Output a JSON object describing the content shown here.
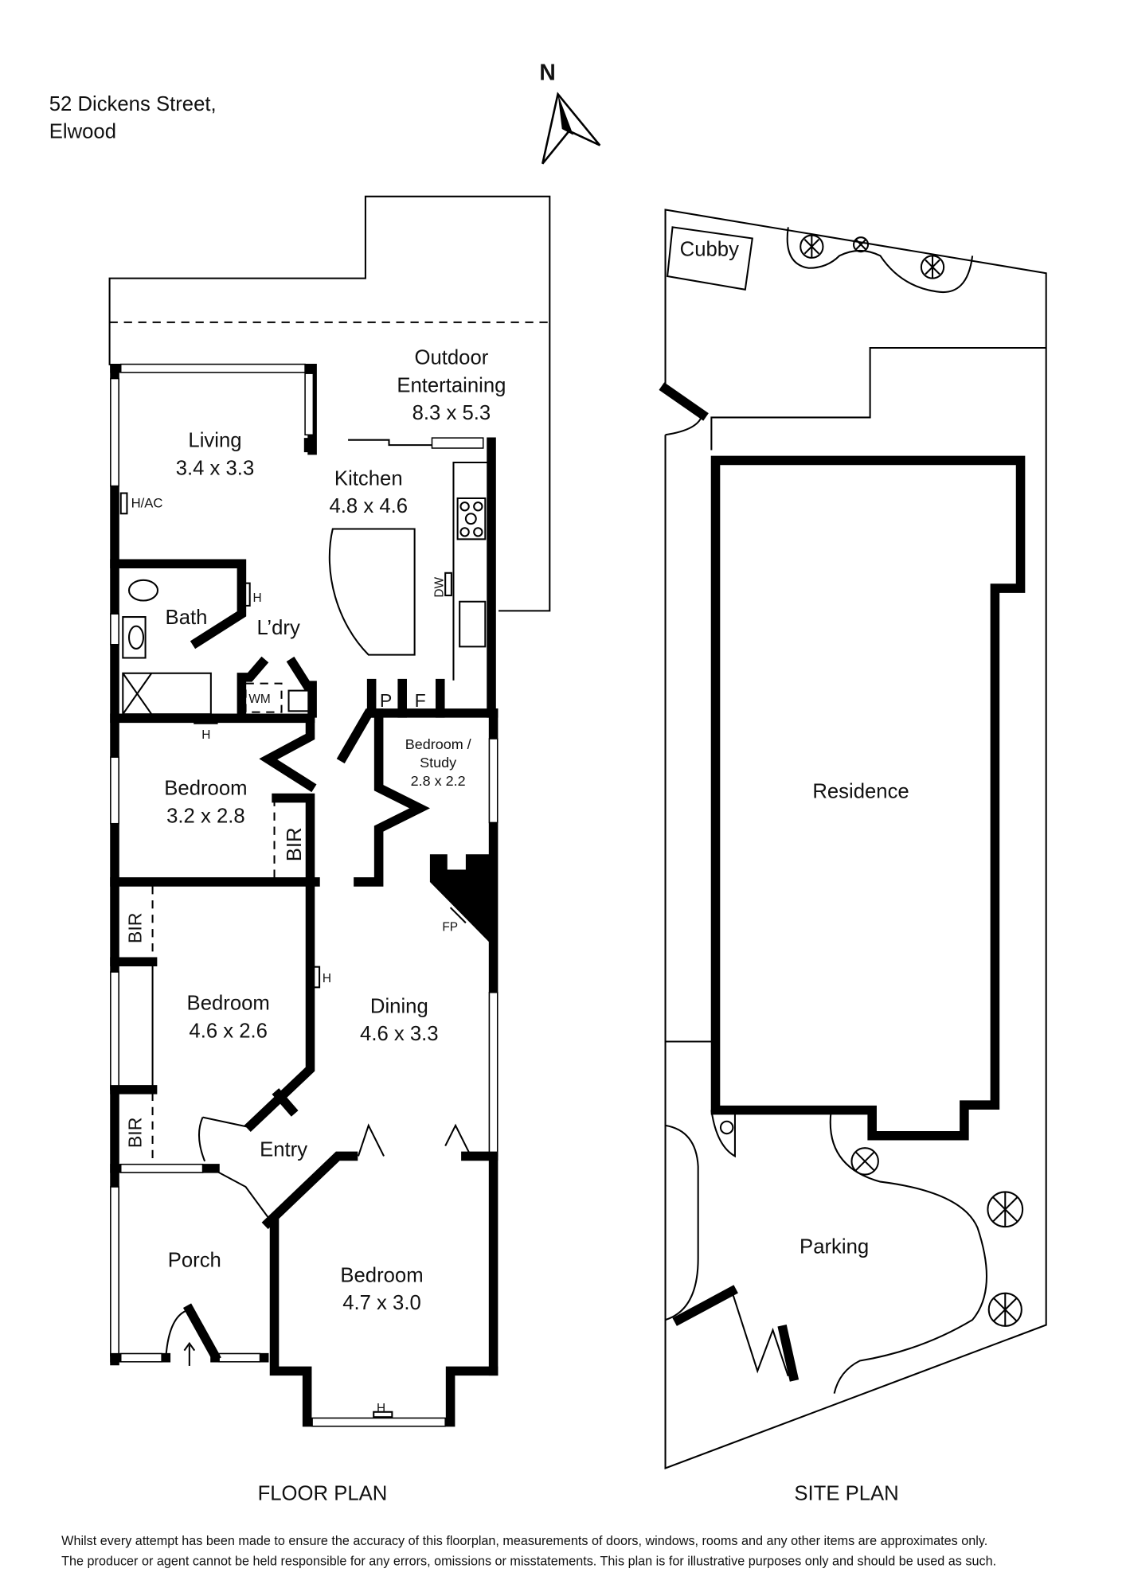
{
  "header": {
    "address_line1": "52 Dickens Street,",
    "address_line2": "Elwood",
    "north_label": "N"
  },
  "floor_plan": {
    "title": "FLOOR PLAN",
    "rooms": {
      "outdoor": {
        "name1": "Outdoor",
        "name2": "Entertaining",
        "size": "8.3 x 5.3"
      },
      "living": {
        "name": "Living",
        "size": "3.4 x 3.3"
      },
      "kitchen": {
        "name": "Kitchen",
        "size": "4.8 x 4.6"
      },
      "bath": {
        "name": "Bath"
      },
      "laundry": {
        "name": "L’dry"
      },
      "bedroom_study": {
        "name1": "Bedroom /",
        "name2": "Study",
        "size": "2.8 x 2.2"
      },
      "bedroom1": {
        "name": "Bedroom",
        "size": "3.2 x 2.8"
      },
      "bedroom2": {
        "name": "Bedroom",
        "size": "4.6 x 2.6"
      },
      "dining": {
        "name": "Dining",
        "size": "4.6 x 3.3"
      },
      "entry": {
        "name": "Entry"
      },
      "porch": {
        "name": "Porch"
      },
      "bedroom3": {
        "name": "Bedroom",
        "size": "4.7 x 3.0"
      }
    },
    "fixtures": {
      "hac": "H/AC",
      "heater": "H",
      "dw": "DW",
      "wm": "WM",
      "pantry": "P",
      "fridge": "F",
      "bir": "BIR",
      "fp": "FP"
    }
  },
  "site_plan": {
    "title": "SITE PLAN",
    "labels": {
      "cubby": "Cubby",
      "residence": "Residence",
      "parking": "Parking"
    }
  },
  "disclaimer": {
    "line1": "Whilst every attempt has been made to ensure the accuracy of this floorplan, measurements of doors, windows, rooms and any other items are approximates only.",
    "line2": "The producer or agent cannot be held responsible for any errors, omissions or misstatements. This plan is for illustrative purposes only and should be used as such."
  }
}
